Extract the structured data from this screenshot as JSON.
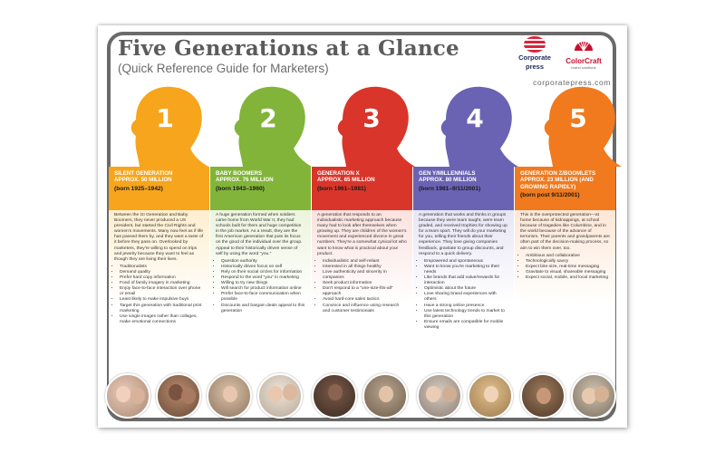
{
  "header": {
    "title": "Five Generations at a Glance",
    "subtitle": "(Quick Reference Guide for Marketers)",
    "logo1_text_1": "Corporate",
    "logo1_text_2": "press",
    "logo2_text": "ColorCraft",
    "logo2_sub": "brand solutions",
    "url": "corporatepress.com"
  },
  "colors": {
    "gen1": "#f6a51c",
    "gen2": "#82b439",
    "gen3": "#d9352b",
    "gen4": "#6a63b3",
    "gen5": "#f07a1d",
    "frame": "#6a6a6a",
    "title": "#5b5b5b"
  },
  "generations": [
    {
      "number": "1",
      "name_line1": "SILENT GENERATION",
      "name_line2": "APPROX. 50 MILLION",
      "years": "(born 1925–1942)",
      "description": "Between the GI Generation and Baby Boomers, they never produced a US president, but started the Civil Rights and women's movements. Many now feel as if life has passed them by, and they want a taste of it before they pass on. Overlooked by marketers, they're willing to spend on trips and jewelry because they want to feel as though they are living their lives.",
      "traits": [
        "Traditionalists",
        "Demand quality",
        "Prefer hard copy information",
        "Fond of family imagery in marketing",
        "Enjoy face-to-face interaction over phone or email",
        "Least likely to make impulsive buys",
        "Target this generation with traditional print marketing",
        "Use single images rather than collages, make emotional connections"
      ]
    },
    {
      "number": "2",
      "name_line1": "BABY BOOMERS",
      "name_line2": "APPROX. 76 MILLION",
      "years": "(born 1943–1960)",
      "description": "A huge generation formed when soldiers came home from World War II, they had schools built for them and huge competition in the job market. As a result, they are the first American generation that puts its focus on the good of the individual over the group. Appeal to their historically driven sense of self by using the word \"you.\"",
      "traits": [
        "Question authority",
        "Historically driven focus on self",
        "Rely on their social circles for information",
        "Respond to the word \"you\" in marketing",
        "Willing to try new things",
        "Will search for product information online",
        "Prefer face-to-face communication when possible",
        "Discounts and bargain deals appeal to this generation"
      ]
    },
    {
      "number": "3",
      "name_line1": "GENERATION X",
      "name_line2": "APPROX. 65 MILLION",
      "years": "(born 1961–1981)",
      "description": "A generation that responds to an individualistic marketing approach because many had to look after themselves when growing up. They are children of the women's movement and experienced divorce in great numbers. They're a somewhat cynical lot who want to know what is practical about your product.",
      "traits": [
        "Individualistic and self-reliant",
        "Interested in all things healthy",
        "Love authenticity and sincerity in companies",
        "Seek product information",
        "Don't respond to a \"one-size-fits-all\" approach",
        "Avoid hard-core sales tactics",
        "Convince and influence using research and customer testimonials"
      ]
    },
    {
      "number": "4",
      "name_line1": "GEN Y/MILLENNIALS",
      "name_line2": "APPROX. 80 MILLION",
      "years": "(born 1981–9/11/2001)",
      "description": "A generation that works and thinks in groups because they were team taught, were team graded, and received trophies for showing up for a team sport. They will do your marketing for you, telling their friends about their experience. They love giving companies feedback, gravitate to group discounts, and respond to a quick delivery.",
      "traits": [
        "Empowered and spontaneous",
        "Want to know you're marketing to their needs",
        "Like brands that add value/rewards for interaction",
        "Optimistic about the future",
        "Love sharing brand experiences with others",
        "Have a strong online presence",
        "Use latest technology trends to market to this generation",
        "Ensure emails are compatible for mobile viewing"
      ]
    },
    {
      "number": "5",
      "name_line1": "GENERATION Z/BOOMLETS",
      "name_line2": "APPROX. 23 MILLION (AND GROWING RAPIDLY)",
      "years": "(born post 9/11/2001)",
      "description": "This is the overprotected generation—at home because of kidnappings, at school because of tragedies like Columbine, and in the world because of the advance of terrorism. Their parents and grandparents are often part of the decision-making process, so aim to win them over, too.",
      "traits": [
        "Ambitious and collaborative",
        "Technologically savvy",
        "Expect bite-size, real-time messaging",
        "Gravitate to visual, shareable messaging",
        "Expect social, mobile, and local marketing"
      ]
    }
  ]
}
